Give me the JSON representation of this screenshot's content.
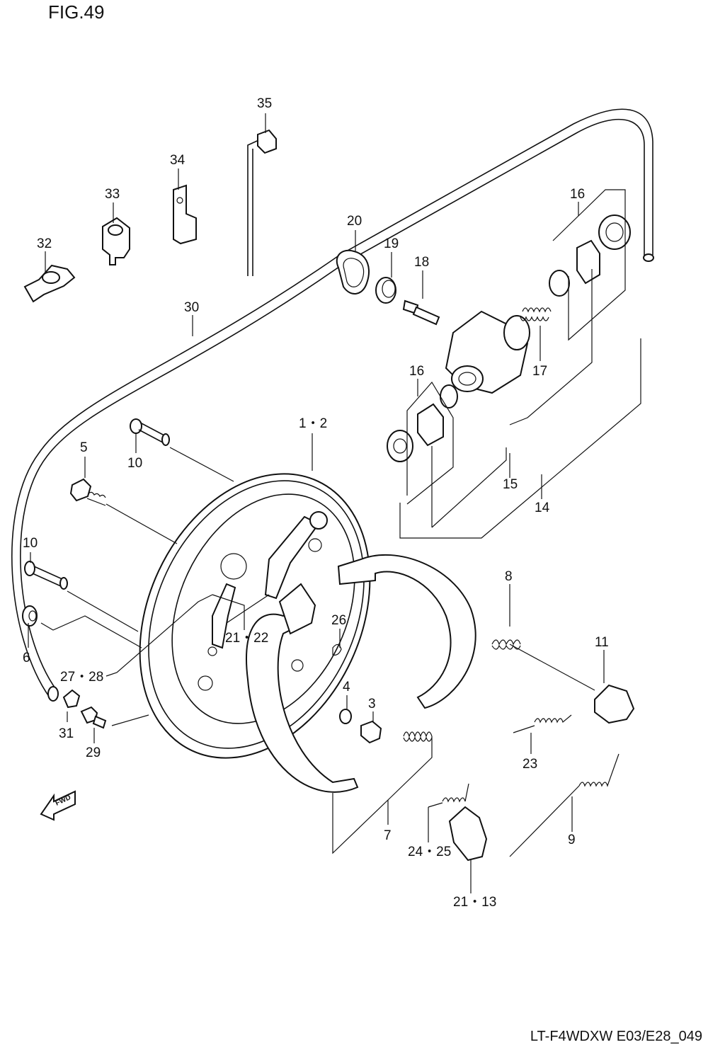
{
  "figure": {
    "title": "FIG.49",
    "model_code": "LT-F4WDXW E03/E28_049",
    "fwd_label": "FWD"
  },
  "callouts": [
    {
      "id": "c35",
      "text": "35"
    },
    {
      "id": "c34",
      "text": "34"
    },
    {
      "id": "c33",
      "text": "33"
    },
    {
      "id": "c32",
      "text": "32"
    },
    {
      "id": "c30",
      "text": "30"
    },
    {
      "id": "c20",
      "text": "20"
    },
    {
      "id": "c19",
      "text": "19"
    },
    {
      "id": "c18",
      "text": "18"
    },
    {
      "id": "c16a",
      "text": "16"
    },
    {
      "id": "c16b",
      "text": "16"
    },
    {
      "id": "c17",
      "text": "17"
    },
    {
      "id": "c15",
      "text": "15"
    },
    {
      "id": "c14",
      "text": "14"
    },
    {
      "id": "c12",
      "text": "1・2"
    },
    {
      "id": "c10a",
      "text": "10"
    },
    {
      "id": "c5",
      "text": "5"
    },
    {
      "id": "c10b",
      "text": "10"
    },
    {
      "id": "c6",
      "text": "6"
    },
    {
      "id": "c2122",
      "text": "21・22"
    },
    {
      "id": "c2728",
      "text": "27・28"
    },
    {
      "id": "c26",
      "text": "26"
    },
    {
      "id": "c4",
      "text": "4"
    },
    {
      "id": "c3",
      "text": "3"
    },
    {
      "id": "c8",
      "text": "8"
    },
    {
      "id": "c11",
      "text": "11"
    },
    {
      "id": "c31",
      "text": "31"
    },
    {
      "id": "c29",
      "text": "29"
    },
    {
      "id": "c23",
      "text": "23"
    },
    {
      "id": "c7",
      "text": "7"
    },
    {
      "id": "c9",
      "text": "9"
    },
    {
      "id": "c2425",
      "text": "24・25"
    },
    {
      "id": "c2113",
      "text": "21・13"
    }
  ]
}
